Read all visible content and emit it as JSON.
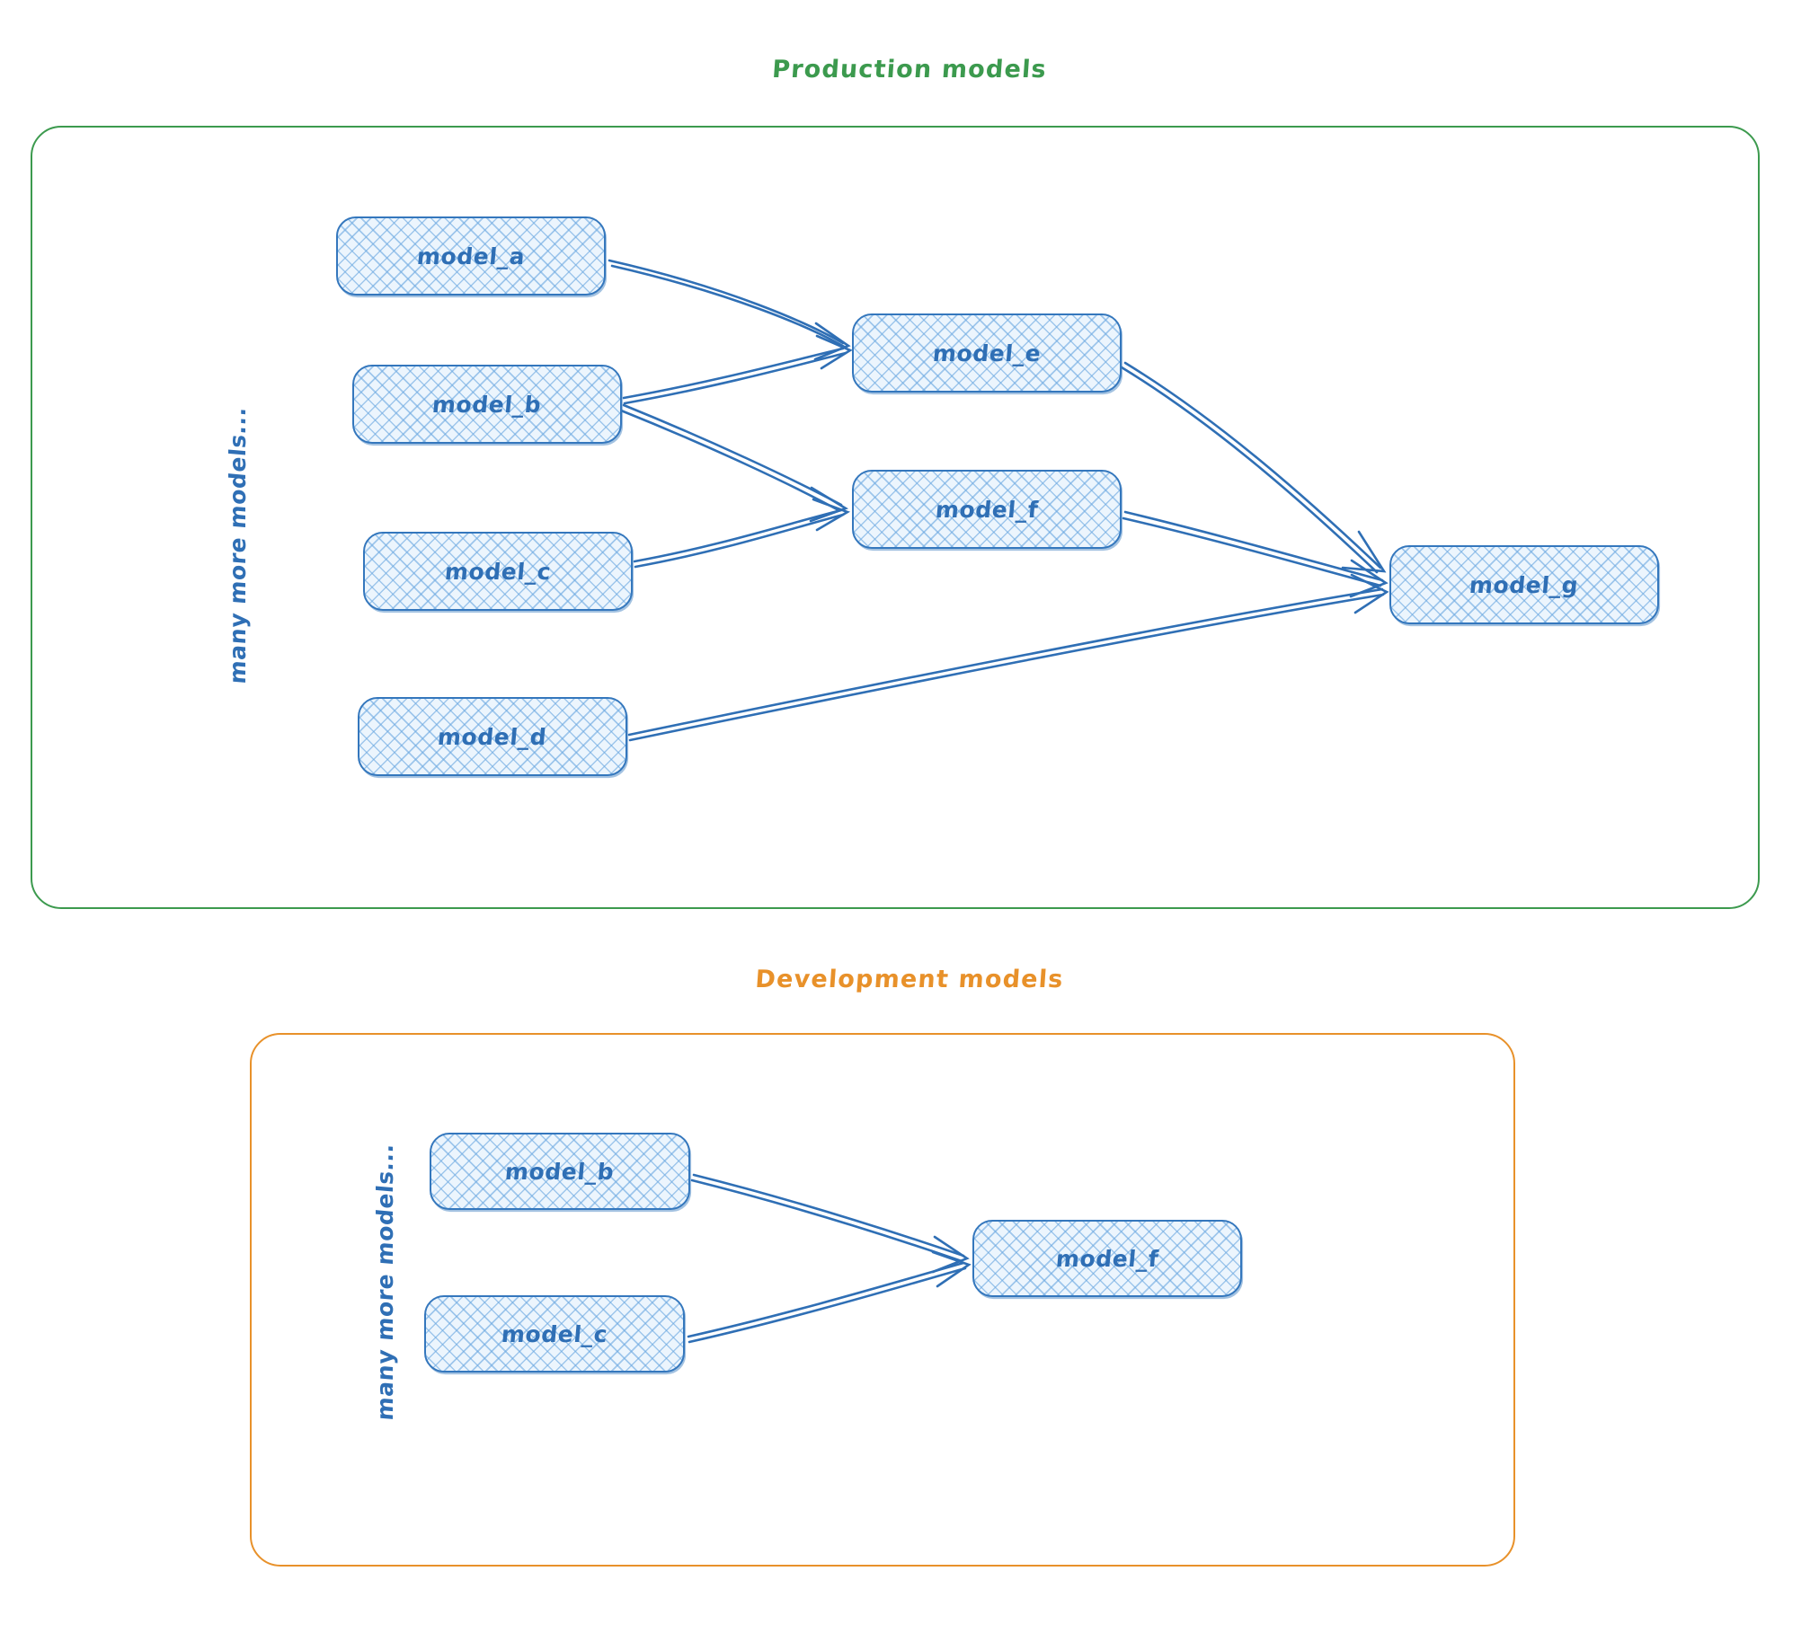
{
  "diagram": {
    "title_hidden": "",
    "groups": [
      {
        "id": "production",
        "label": "Production models",
        "color": "#3c9a4e",
        "vertical_note": "many more models...",
        "nodes": [
          {
            "id": "model_a",
            "label": "model_a"
          },
          {
            "id": "model_b",
            "label": "model_b"
          },
          {
            "id": "model_c",
            "label": "model_c"
          },
          {
            "id": "model_d",
            "label": "model_d"
          },
          {
            "id": "model_e",
            "label": "model_e"
          },
          {
            "id": "model_f",
            "label": "model_f"
          },
          {
            "id": "model_g",
            "label": "model_g"
          }
        ],
        "edges": [
          {
            "from": "model_a",
            "to": "model_e"
          },
          {
            "from": "model_b",
            "to": "model_e"
          },
          {
            "from": "model_b",
            "to": "model_f"
          },
          {
            "from": "model_c",
            "to": "model_f"
          },
          {
            "from": "model_e",
            "to": "model_g"
          },
          {
            "from": "model_f",
            "to": "model_g"
          },
          {
            "from": "model_d",
            "to": "model_g"
          }
        ]
      },
      {
        "id": "development",
        "label": "Development models",
        "color": "#e8912a",
        "vertical_note": "many more models...",
        "nodes": [
          {
            "id": "dev_model_b",
            "label": "model_b"
          },
          {
            "id": "dev_model_c",
            "label": "model_c"
          },
          {
            "id": "dev_model_f",
            "label": "model_f"
          }
        ],
        "edges": [
          {
            "from": "dev_model_b",
            "to": "dev_model_f"
          },
          {
            "from": "dev_model_c",
            "to": "dev_model_f"
          }
        ]
      }
    ],
    "colors": {
      "node_border": "#3477bd",
      "node_fill": "#ecf5fd",
      "node_text": "#2f6fb5",
      "edge": "#2f6fb5",
      "production_group": "#3c9a4e",
      "development_group": "#e8912a",
      "background": "#ffffff"
    }
  }
}
